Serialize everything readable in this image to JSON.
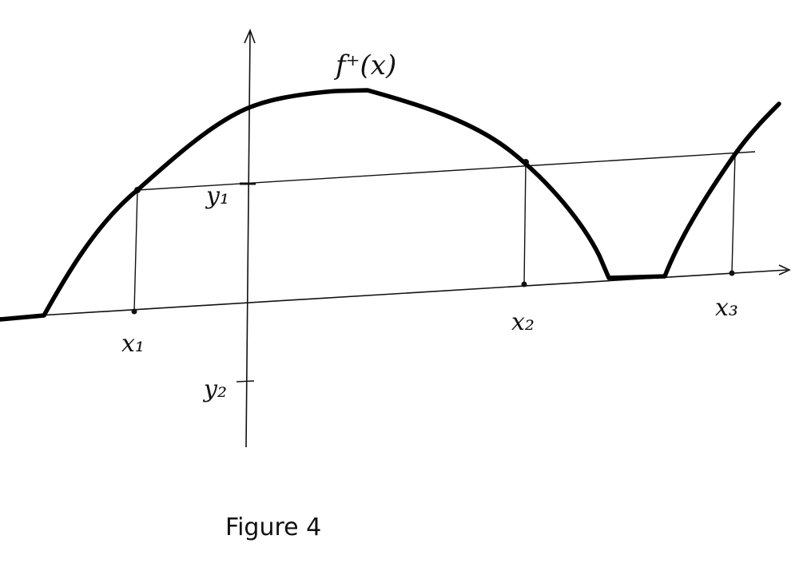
{
  "figure": {
    "caption": "Figure 4",
    "curve_label": "f⁺(x)",
    "labels": {
      "x1": "x₁",
      "x2": "x₂",
      "x3": "x₃",
      "y1": "y₁",
      "y2": "y₂"
    },
    "colors": {
      "ink": "#111111",
      "background": "#ffffff"
    }
  }
}
